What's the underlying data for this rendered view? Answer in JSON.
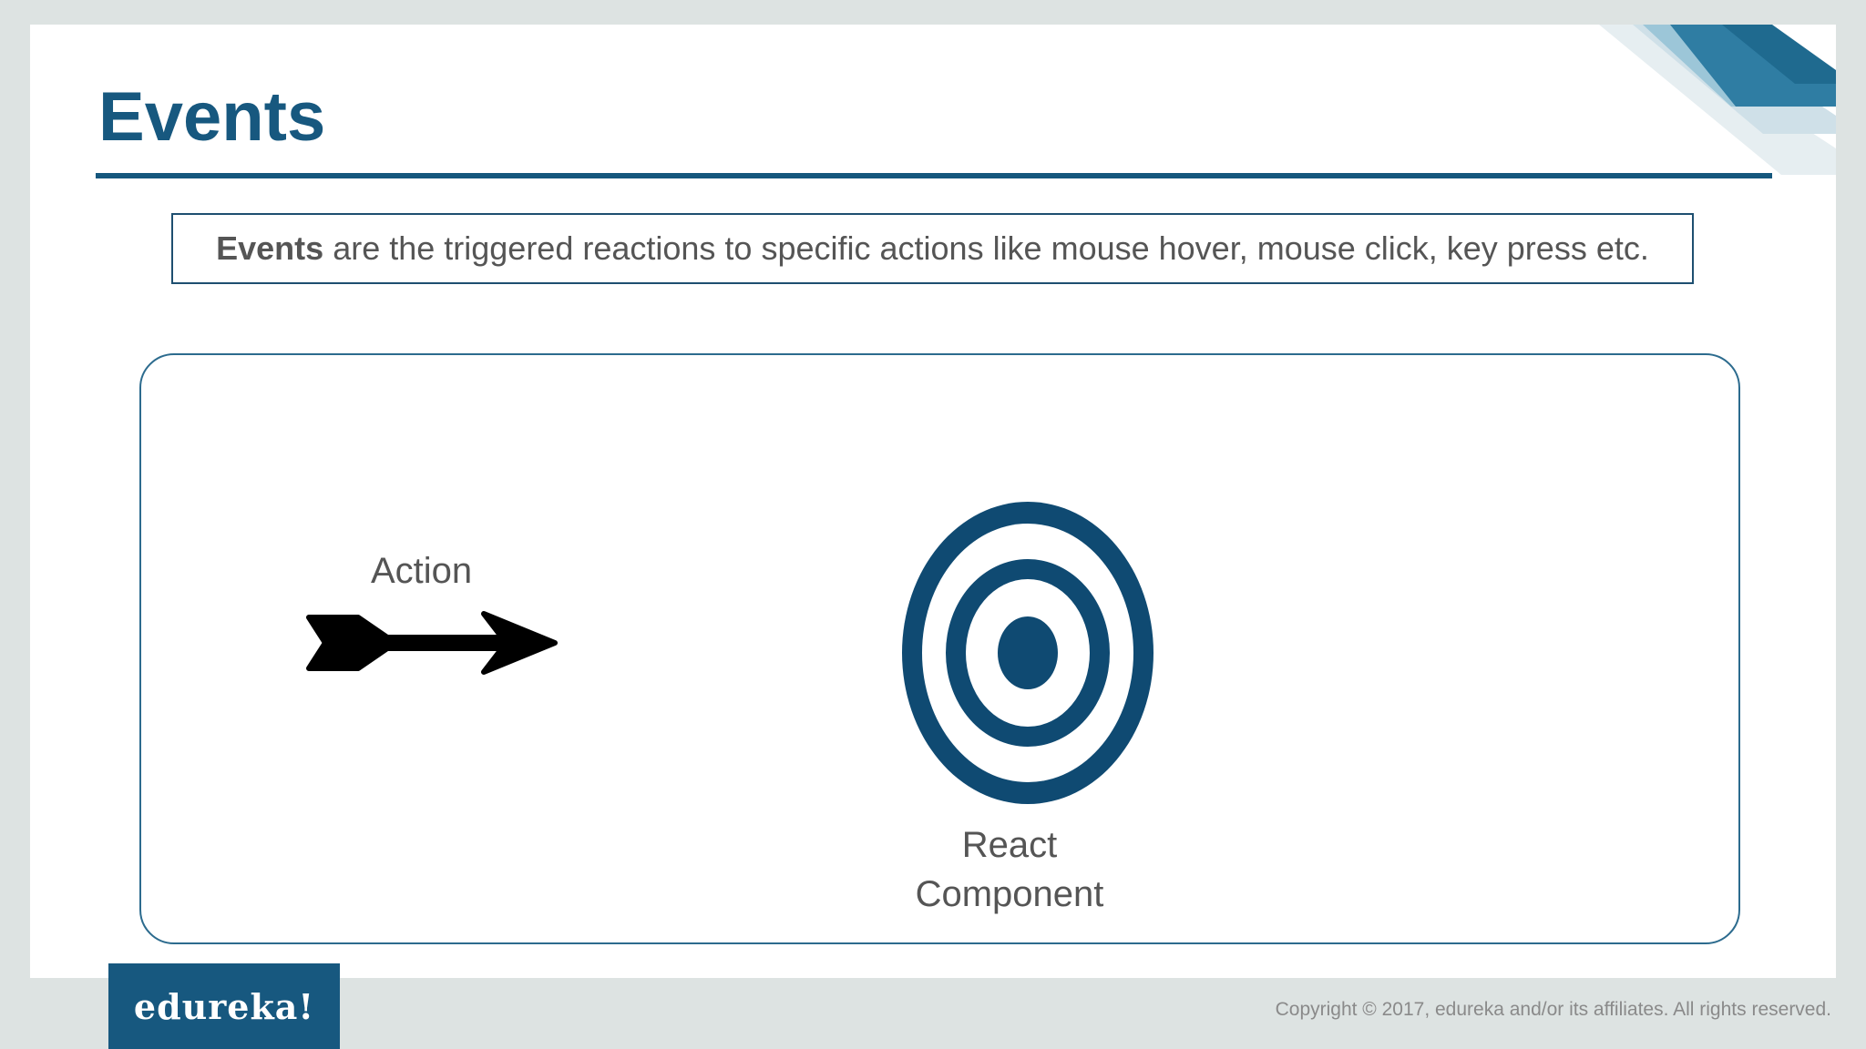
{
  "slide": {
    "title": "Events",
    "definition": {
      "term": "Events",
      "text": "are the triggered reactions to specific actions like mouse hover, mouse click, key press etc."
    }
  },
  "diagram": {
    "action_label": "Action",
    "component_label_line1": "React",
    "component_label_line2": "Component",
    "icons": [
      "arrow-icon",
      "target-icon"
    ]
  },
  "footer": {
    "logo": "edureka!",
    "copyright": "Copyright © 2017, edureka and/or its affiliates. All rights reserved."
  },
  "colors": {
    "brand": "#17587f",
    "target": "#0f4a72",
    "text": "#555555",
    "background": "#dde3e2"
  }
}
